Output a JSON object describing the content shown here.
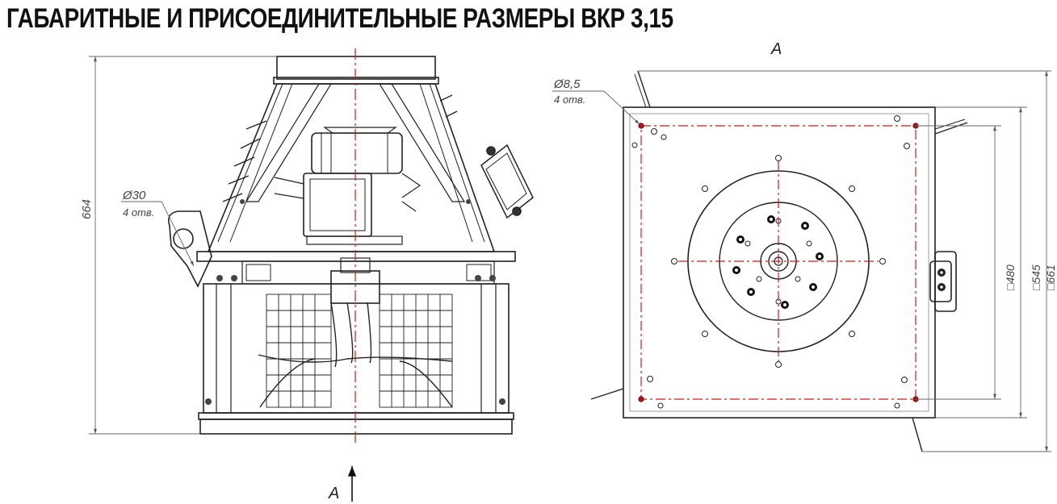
{
  "title": "ГАБАРИТНЫЕ И ПРИСОЕДИНИТЕЛЬНЫЕ РАЗМЕРЫ ВКР 3,15",
  "side_view": {
    "height_dim": "664",
    "hole_diameter": "Ø30",
    "hole_count": "4 отв.",
    "view_arrow_label": "А"
  },
  "top_view": {
    "view_label": "А",
    "hole_diameter": "Ø8,5",
    "hole_count": "4 отв.",
    "dim_480": "□480",
    "dim_545": "□545",
    "dim_661": "□661"
  },
  "colors": {
    "line": "#222222",
    "dim_line": "#666666",
    "center_line": "#d21a1a"
  }
}
